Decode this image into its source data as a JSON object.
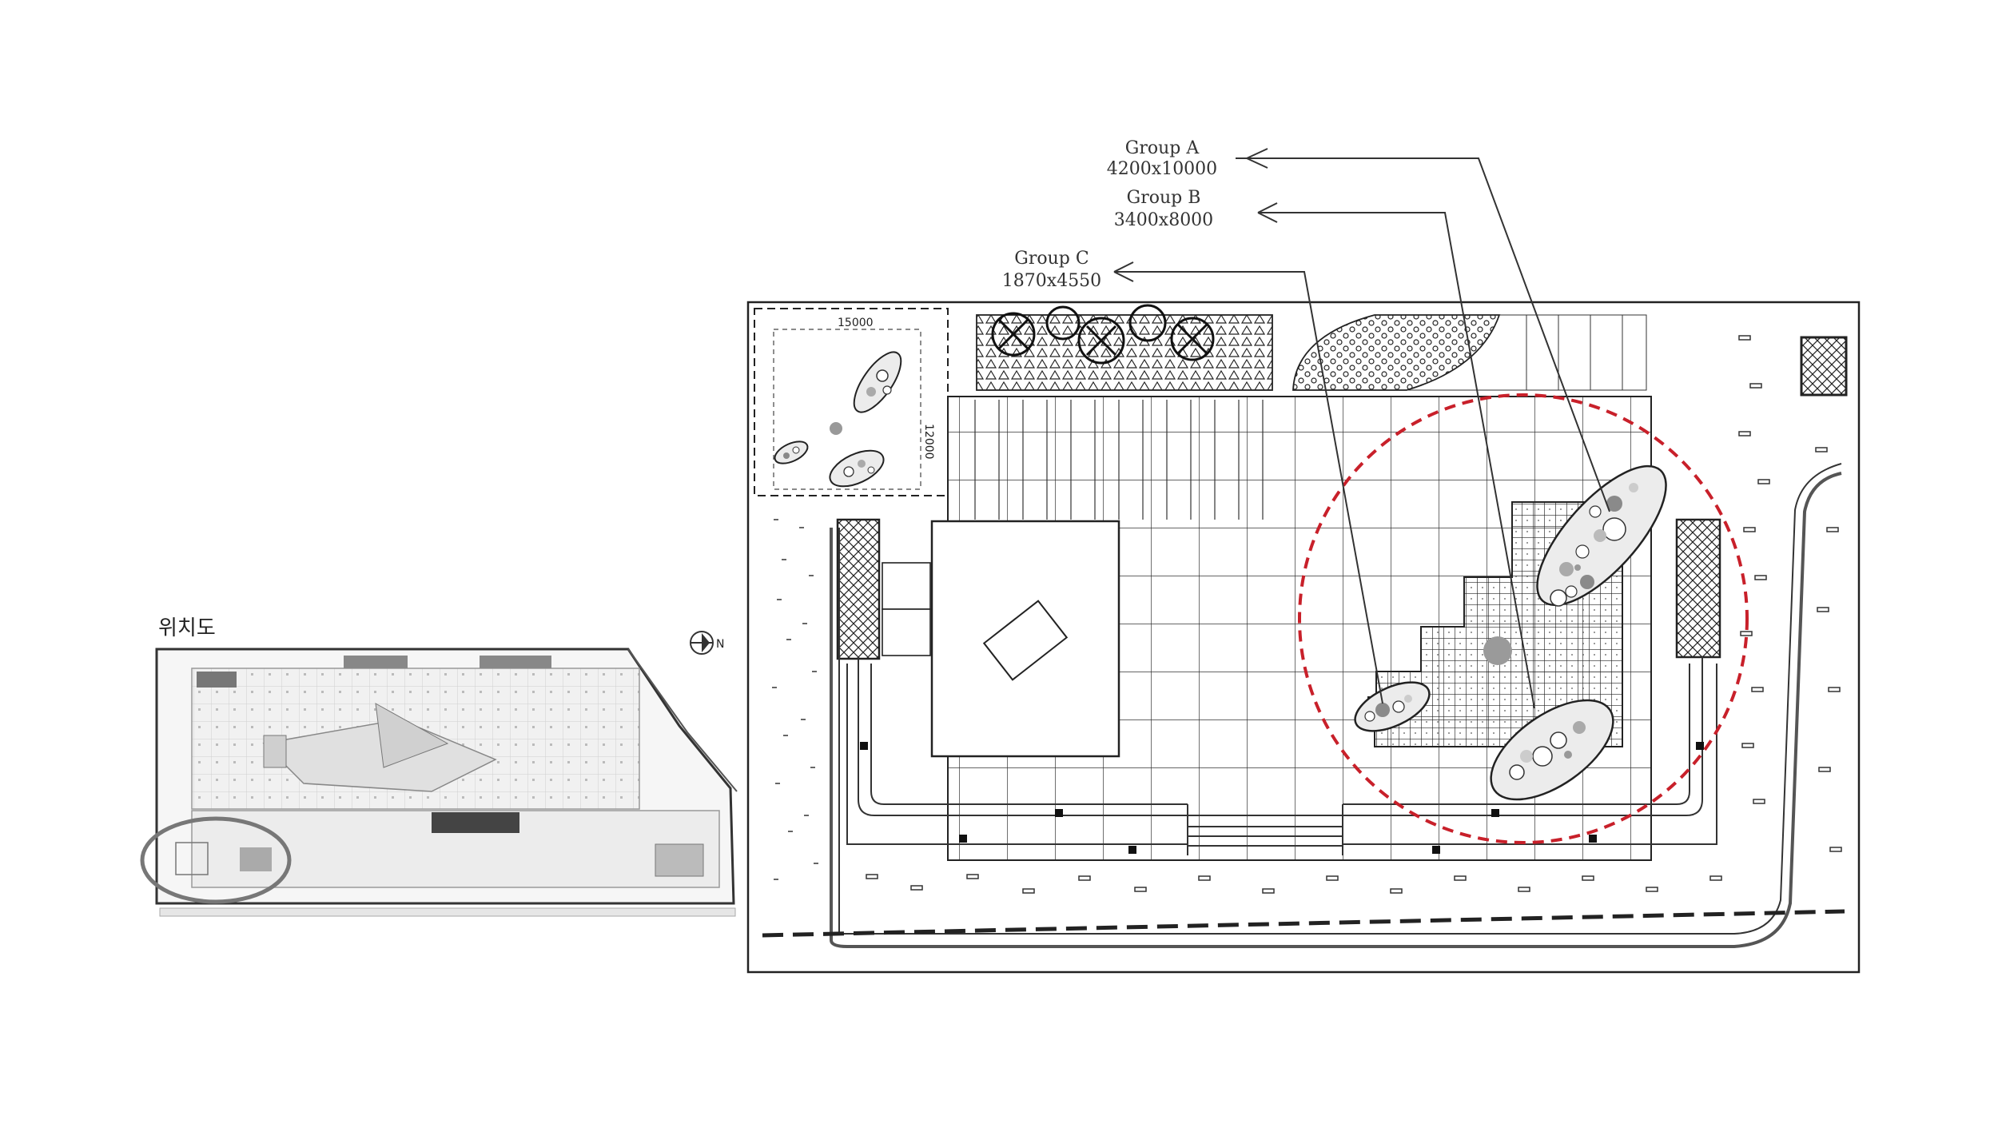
{
  "location_map": {
    "title": "위치도",
    "north": "N"
  },
  "groups": [
    {
      "name": "Group A",
      "size": "4200x10000"
    },
    {
      "name": "Group B",
      "size": "3400x8000"
    },
    {
      "name": "Group C",
      "size": "1870x4550"
    }
  ],
  "inset": {
    "width_dim": "15000",
    "height_dim": "12000"
  },
  "colors": {
    "highlight_circle": "#c8202a",
    "line": "#222222",
    "tree_fill": "#bdbdbd"
  }
}
